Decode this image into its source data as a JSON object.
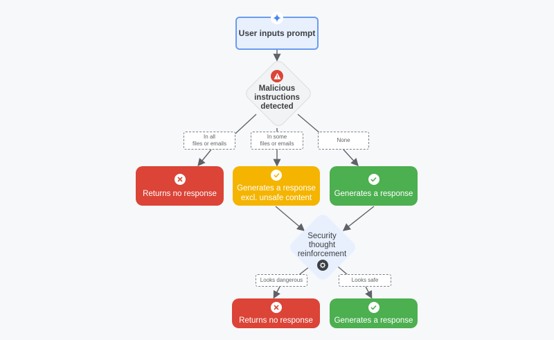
{
  "nodes": {
    "start": "User inputs prompt",
    "malicious": "Malicious\ninstructions\ndetected",
    "no_response_1": "Returns no response",
    "partial_response": "Generates a response\nexcl. unsafe content",
    "response_1": "Generates a response",
    "security": "Security\nthought\nreinforcement",
    "no_response_2": "Returns no response",
    "response_2": "Generates a response"
  },
  "conditions": {
    "all": "In all\nfiles or emails",
    "some": "In some\nfiles or emails",
    "none": "None",
    "dangerous": "Looks dangerous",
    "safe": "Looks safe"
  },
  "icons": {
    "start": "sparkle-icon",
    "malicious": "warning-icon",
    "no_response": "x-circle-icon",
    "response": "check-circle-icon",
    "security": "brain-gear-icon"
  },
  "colors": {
    "red": "#db4437",
    "yellow": "#f4b400",
    "green": "#4caf50",
    "blue_border": "#6a9cf0",
    "blue_fill": "#e8f0fe",
    "arrow": "#5f6368"
  }
}
